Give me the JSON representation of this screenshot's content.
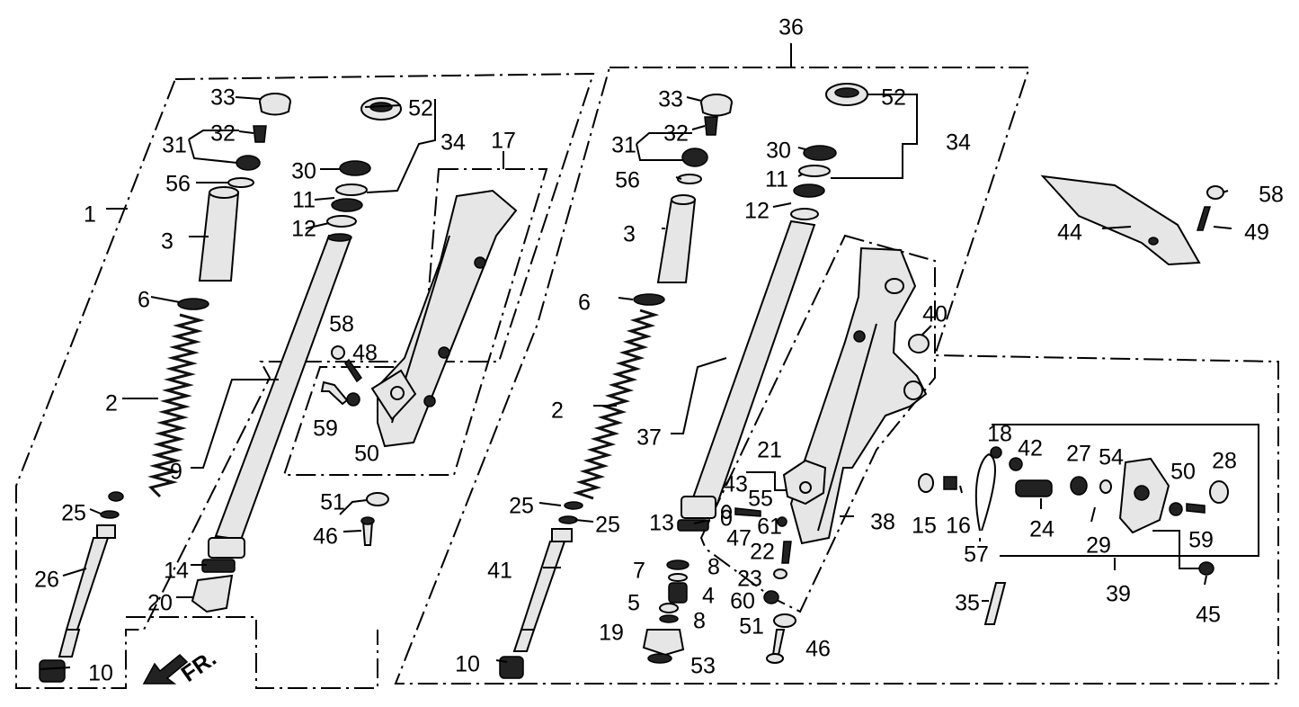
{
  "callouts": [
    {
      "text": "36"
    },
    {
      "text": "33"
    },
    {
      "text": "52"
    },
    {
      "text": "31"
    },
    {
      "text": "32"
    },
    {
      "text": "34"
    },
    {
      "text": "17"
    },
    {
      "text": "30"
    },
    {
      "text": "56"
    },
    {
      "text": "11"
    },
    {
      "text": "1"
    },
    {
      "text": "12"
    },
    {
      "text": "3"
    },
    {
      "text": "6"
    },
    {
      "text": "58"
    },
    {
      "text": "48"
    },
    {
      "text": "2"
    },
    {
      "text": "59"
    },
    {
      "text": "9"
    },
    {
      "text": "50"
    },
    {
      "text": "25"
    },
    {
      "text": "51"
    },
    {
      "text": "46"
    },
    {
      "text": "26"
    },
    {
      "text": "14"
    },
    {
      "text": "20"
    },
    {
      "text": "10"
    },
    {
      "text": "FR."
    },
    {
      "text": "33"
    },
    {
      "text": "52"
    },
    {
      "text": "31"
    },
    {
      "text": "32"
    },
    {
      "text": "34"
    },
    {
      "text": "30"
    },
    {
      "text": "56"
    },
    {
      "text": "11"
    },
    {
      "text": "12"
    },
    {
      "text": "3"
    },
    {
      "text": "6"
    },
    {
      "text": "40"
    },
    {
      "text": "2"
    },
    {
      "text": "37"
    },
    {
      "text": "21"
    },
    {
      "text": "43"
    },
    {
      "text": "55"
    },
    {
      "text": "25"
    },
    {
      "text": "13"
    },
    {
      "text": "0"
    },
    {
      "text": "61"
    },
    {
      "text": "38"
    },
    {
      "text": "25"
    },
    {
      "text": "47"
    },
    {
      "text": "22"
    },
    {
      "text": "41"
    },
    {
      "text": "7"
    },
    {
      "text": "8"
    },
    {
      "text": "23"
    },
    {
      "text": "5"
    },
    {
      "text": "4"
    },
    {
      "text": "60"
    },
    {
      "text": "8"
    },
    {
      "text": "19"
    },
    {
      "text": "51"
    },
    {
      "text": "46"
    },
    {
      "text": "10"
    },
    {
      "text": "53"
    },
    {
      "text": "58"
    },
    {
      "text": "44"
    },
    {
      "text": "49"
    },
    {
      "text": "18"
    },
    {
      "text": "42"
    },
    {
      "text": "27"
    },
    {
      "text": "54"
    },
    {
      "text": "50"
    },
    {
      "text": "28"
    },
    {
      "text": "15"
    },
    {
      "text": "16"
    },
    {
      "text": "24"
    },
    {
      "text": "59"
    },
    {
      "text": "29"
    },
    {
      "text": "57"
    },
    {
      "text": "39"
    },
    {
      "text": "35"
    },
    {
      "text": "45"
    }
  ]
}
